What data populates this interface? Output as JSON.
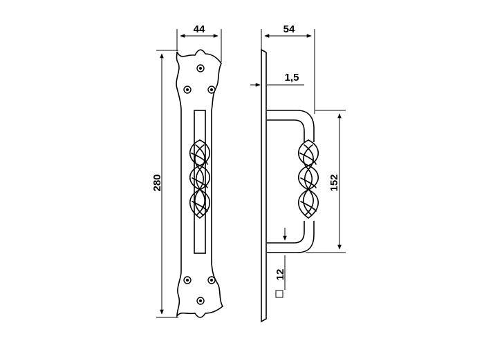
{
  "drawing": {
    "dimensions": {
      "plate_width": "44",
      "overall_depth": "54",
      "plate_thickness": "1,5",
      "plate_length": "280",
      "handle_length": "152",
      "bar_section": "12"
    },
    "line_color": "#000000",
    "background_color": "#ffffff"
  }
}
